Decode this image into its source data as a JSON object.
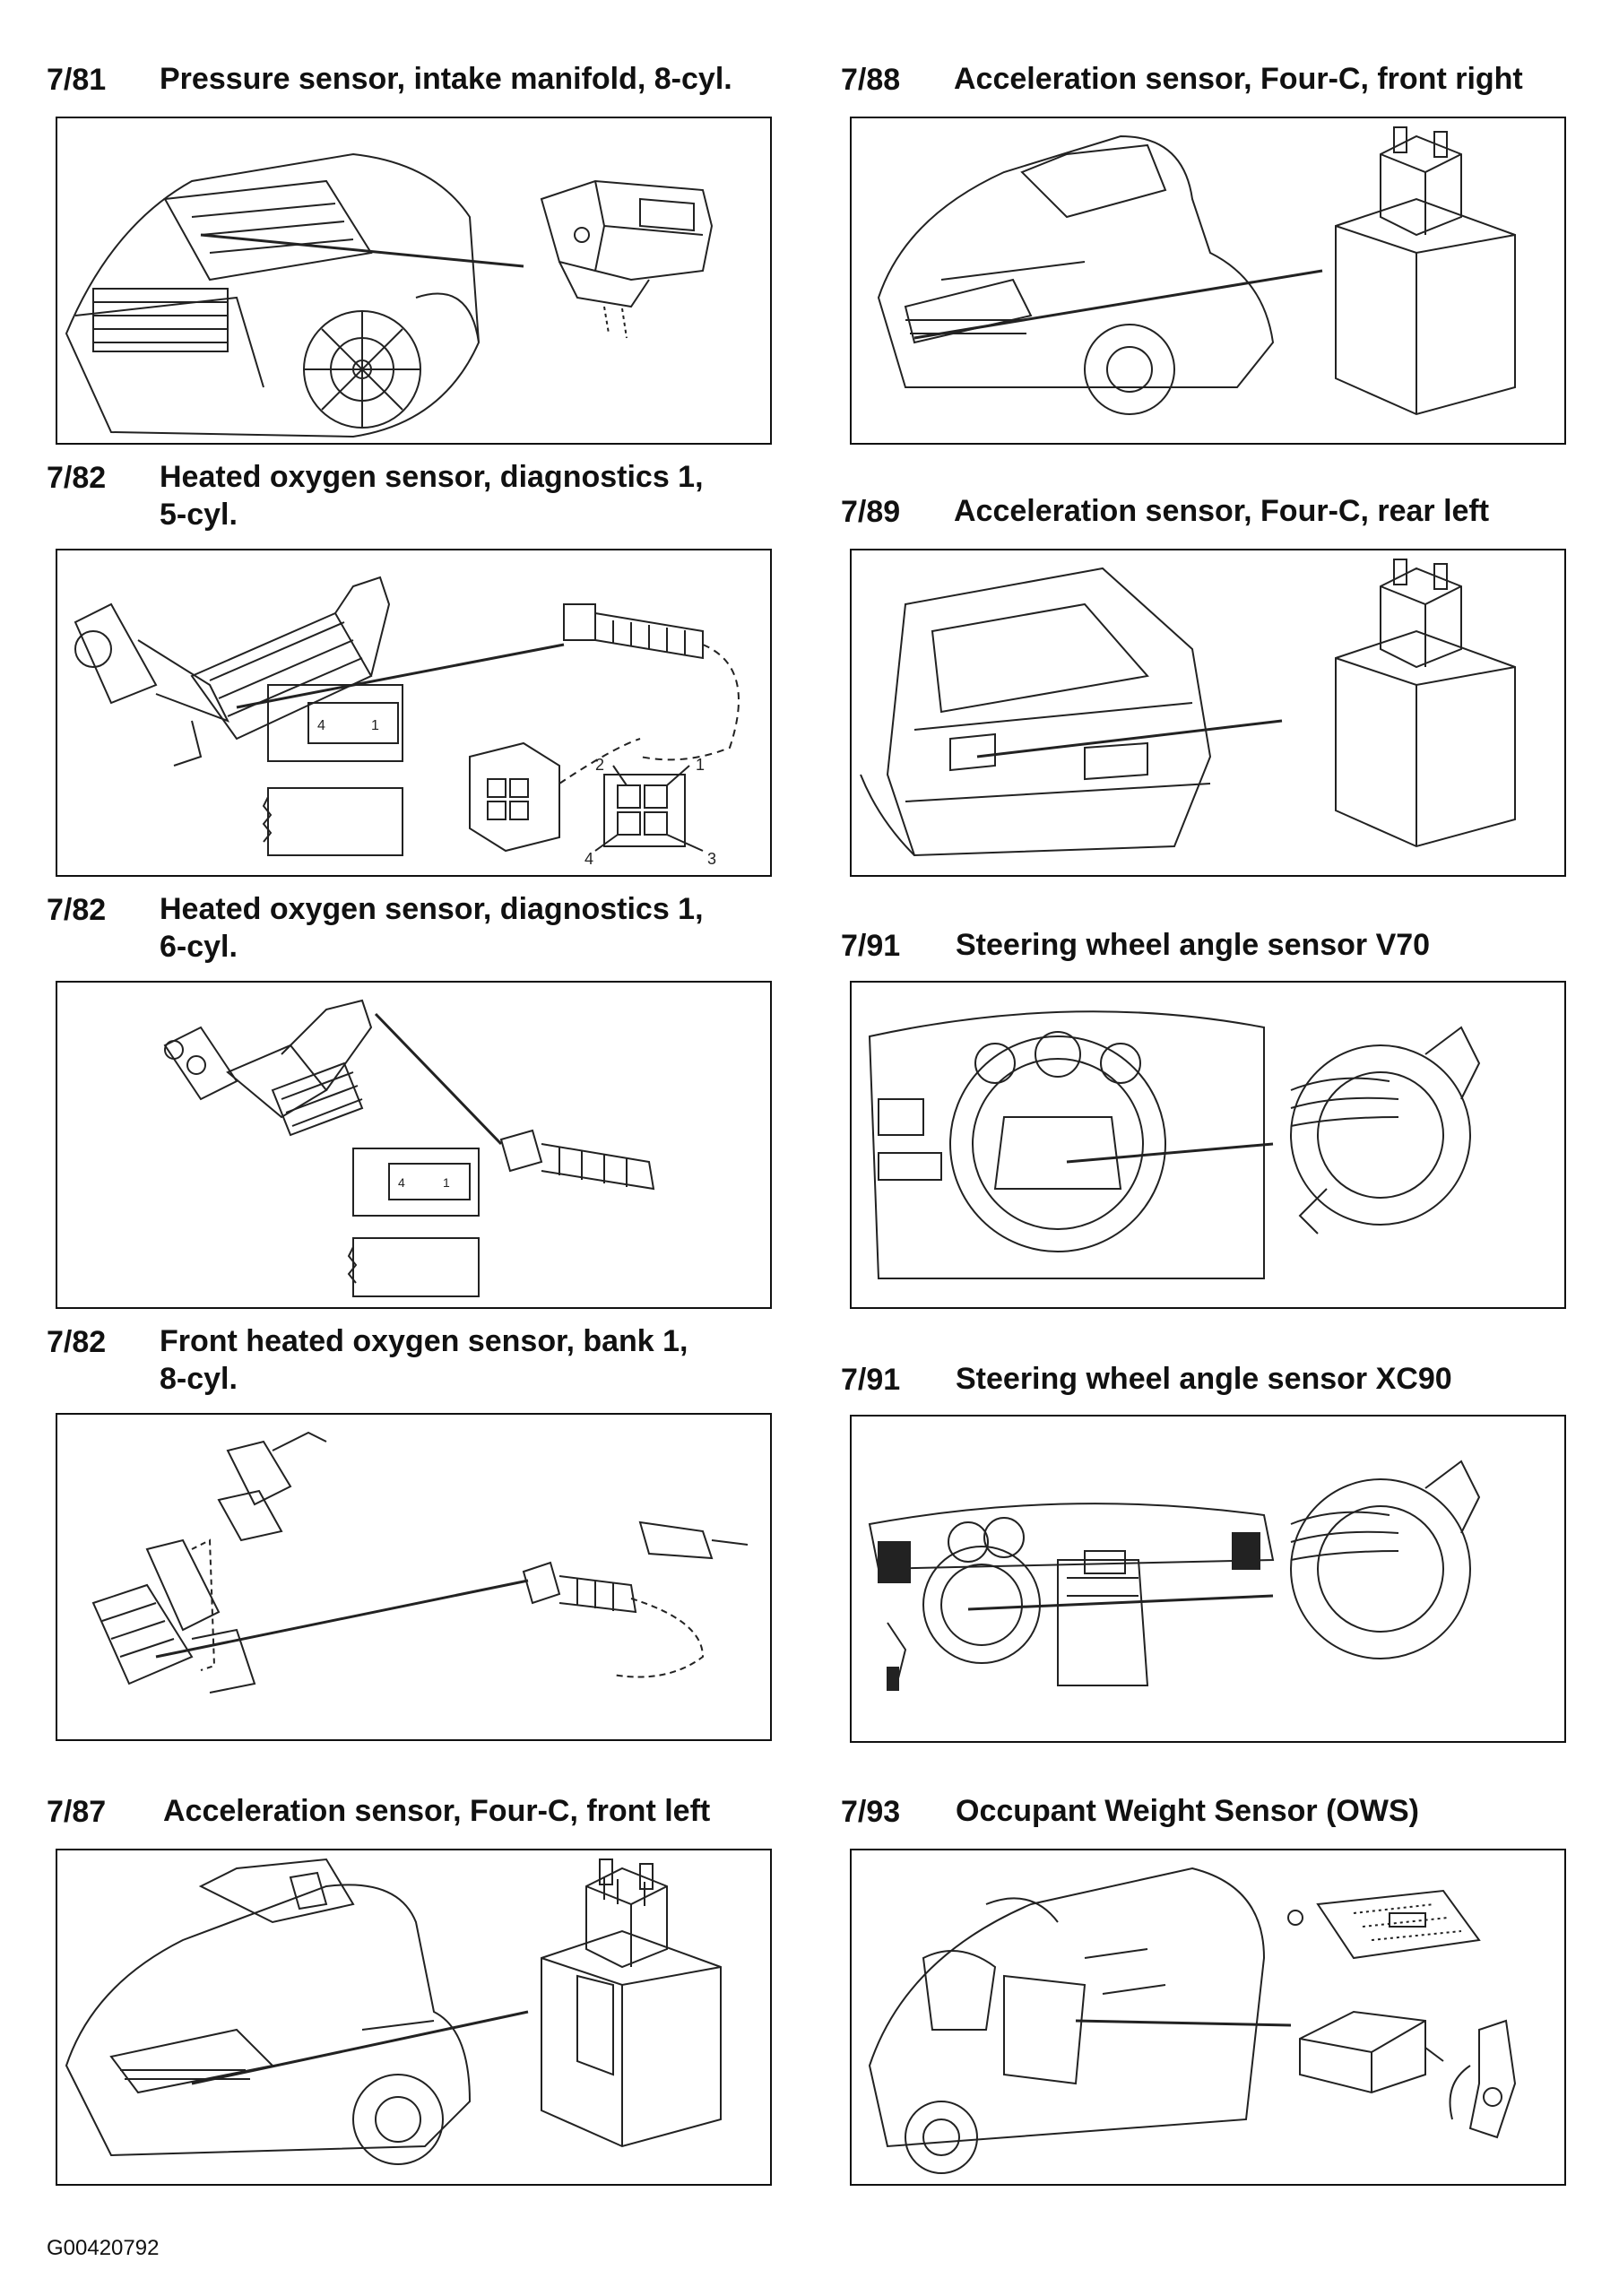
{
  "sections": [
    {
      "num": "7/81",
      "title_lines": [
        "Pressure sensor, intake manifold, 8-cyl."
      ]
    },
    {
      "num": "7/82",
      "title_lines": [
        "Heated oxygen sensor, diagnostics 1,",
        "5-cyl."
      ]
    },
    {
      "num": "7/82",
      "title_lines": [
        "Heated oxygen sensor, diagnostics 1,",
        "6-cyl."
      ]
    },
    {
      "num": "7/82",
      "title_lines": [
        "Front heated oxygen sensor, bank 1,",
        "8-cyl."
      ]
    },
    {
      "num": "7/87",
      "title_lines": [
        "Acceleration sensor, Four-C, front left"
      ]
    },
    {
      "num": "7/88",
      "title_lines": [
        "Acceleration sensor, Four-C, front right"
      ]
    },
    {
      "num": "7/89",
      "title_lines": [
        "Acceleration sensor, Four-C, rear left"
      ]
    },
    {
      "num": "7/91",
      "title_lines": [
        "Steering wheel angle sensor V70"
      ]
    },
    {
      "num": "7/91",
      "title_lines": [
        "Steering wheel angle sensor XC90"
      ]
    },
    {
      "num": "7/93",
      "title_lines": [
        "Occupant Weight Sensor (OWS)"
      ]
    }
  ],
  "connector_pins": {
    "a": "4",
    "b": "1",
    "p1": "1",
    "p2": "2",
    "p3": "3",
    "p4": "4"
  },
  "footer_code": "G00420792"
}
